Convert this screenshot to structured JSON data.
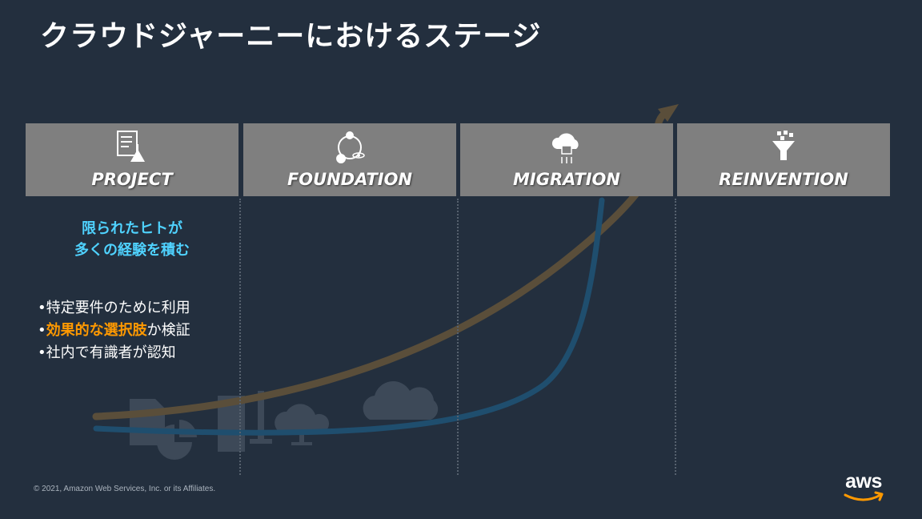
{
  "title": "クラウドジャーニーにおけるステージ",
  "stages": [
    {
      "label": "PROJECT",
      "icon": "document-flask-icon"
    },
    {
      "label": "FOUNDATION",
      "icon": "lightbulb-atom-icon"
    },
    {
      "label": "MIGRATION",
      "icon": "cloud-box-icon"
    },
    {
      "label": "REINVENTION",
      "icon": "funnel-icon"
    }
  ],
  "project": {
    "headline_line1": "限られたヒトが",
    "headline_line2": "多くの経験を積む",
    "bullets": [
      {
        "text": "•特定要件のために利用"
      },
      {
        "pre": "•",
        "highlight": "効果的な選択肢",
        "post": "か検証"
      },
      {
        "text": "•社内で有識者が認知"
      }
    ]
  },
  "footer": {
    "copyright": "© 2021, Amazon Web Services, Inc. or its Affiliates.",
    "logo_text": "aws"
  },
  "colors": {
    "background": "#232f3e",
    "stage_box": "#7f7f7f",
    "headline": "#4fd2ff",
    "highlight": "#ff9900"
  }
}
